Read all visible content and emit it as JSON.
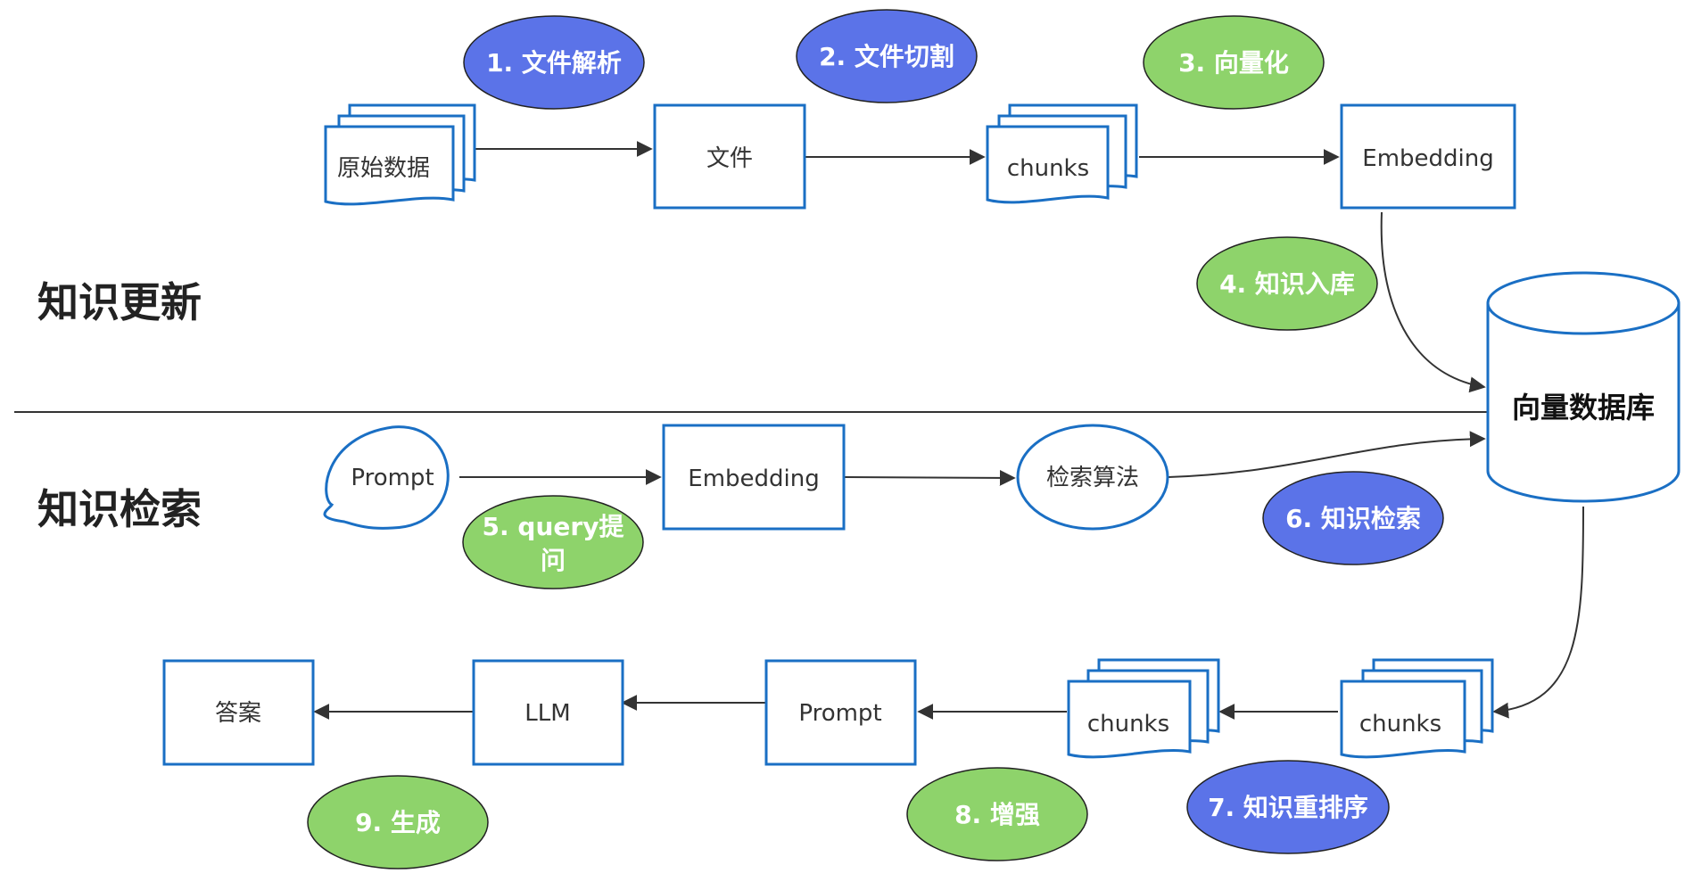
{
  "sections": {
    "update": "知识更新",
    "retrieval": "知识检索"
  },
  "nodes": {
    "raw_data": "原始数据",
    "file": "文件",
    "chunks_top": "chunks",
    "embedding_top": "Embedding",
    "vector_db": "向量数据库",
    "prompt_bubble": "Prompt",
    "embedding_mid": "Embedding",
    "search_algo": "检索算法",
    "chunks_right": "chunks",
    "chunks_left": "chunks",
    "prompt_box": "Prompt",
    "llm": "LLM",
    "answer": "答案"
  },
  "steps": {
    "s1": "1. 文件解析",
    "s2": "2. 文件切割",
    "s3": "3. 向量化",
    "s4": "4. 知识入库",
    "s5_line1": "5. query提",
    "s5_line2": "问",
    "s6": "6. 知识检索",
    "s7": "7. 知识重排序",
    "s8": "8. 增强",
    "s9": "9. 生成"
  },
  "colors": {
    "blue_step": "#5b73e8",
    "green_step": "#8ed36b",
    "node_border": "#1a6fc4",
    "arrow": "#333333"
  }
}
